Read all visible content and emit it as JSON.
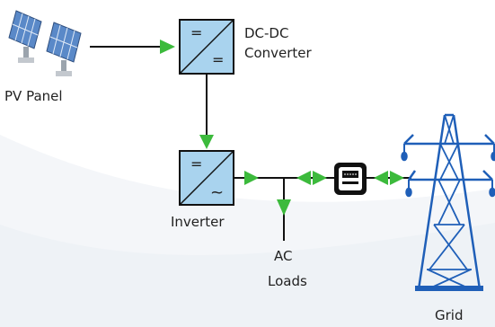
{
  "labels": {
    "pv_panel": "PV Panel",
    "dcdc_line1": "DC-DC",
    "dcdc_line2": "Converter",
    "inverter": "Inverter",
    "ac_line1": "AC",
    "ac_line2": "Loads",
    "grid": "Grid"
  },
  "symbols": {
    "dc": "=",
    "ac": "~"
  },
  "colors": {
    "background": "#ffffff",
    "wave": "#eef2f6",
    "converter_fill": "#a9d3ee",
    "line": "#111111",
    "arrow": "#3cba3c",
    "tower": "#1f5fb8",
    "panel": "#5a89c8"
  },
  "icons": [
    "solar-panel-icon",
    "dc-dc-converter-icon",
    "inverter-icon",
    "meter-icon",
    "transmission-tower-icon"
  ]
}
